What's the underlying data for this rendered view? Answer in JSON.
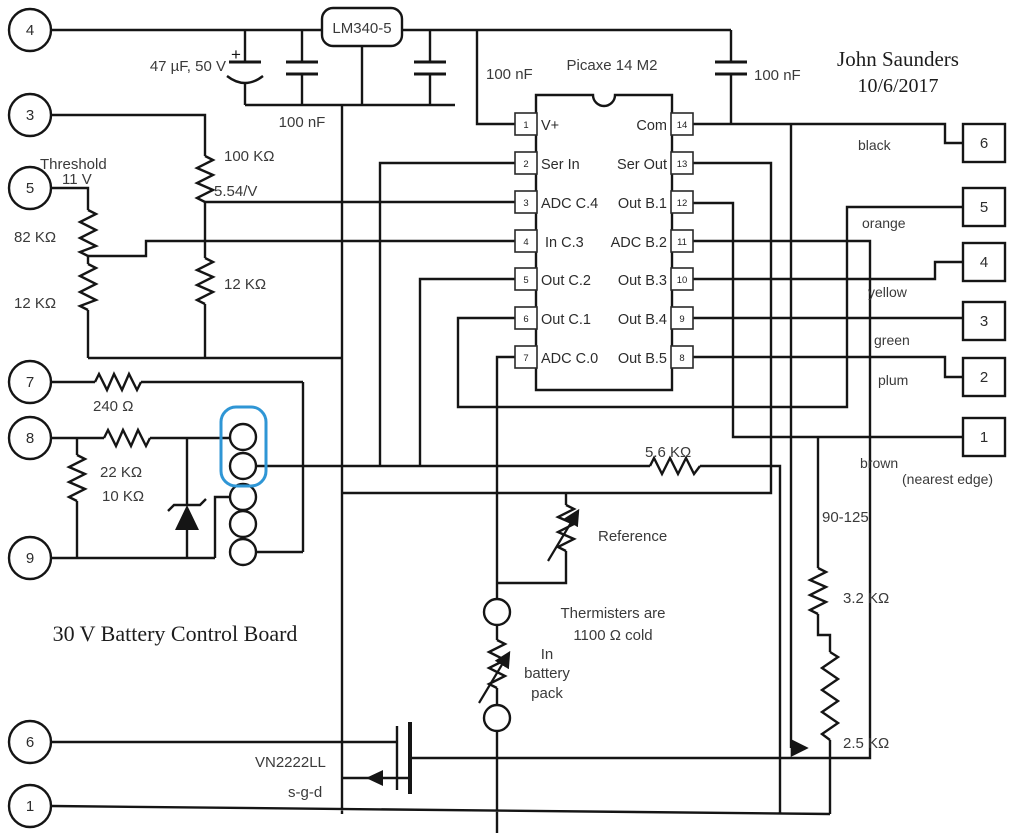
{
  "header": {
    "author": "John Saunders",
    "date": "10/6/2017",
    "board_title": "30 V Battery Control Board"
  },
  "regulator": {
    "label": "LM340-5"
  },
  "ic": {
    "title": "Picaxe 14 M2",
    "left_pins": [
      {
        "num": "1",
        "label": "V+"
      },
      {
        "num": "2",
        "label": "Ser In"
      },
      {
        "num": "3",
        "label": "ADC C.4"
      },
      {
        "num": "4",
        "label": "In C.3"
      },
      {
        "num": "5",
        "label": "Out C.2"
      },
      {
        "num": "6",
        "label": "Out C.1"
      },
      {
        "num": "7",
        "label": "ADC C.0"
      }
    ],
    "right_pins": [
      {
        "num": "14",
        "label": "Com"
      },
      {
        "num": "13",
        "label": "Ser Out"
      },
      {
        "num": "12",
        "label": "Out B.1"
      },
      {
        "num": "11",
        "label": "ADC B.2"
      },
      {
        "num": "10",
        "label": "Out B.3"
      },
      {
        "num": "9",
        "label": "Out B.4"
      },
      {
        "num": "8",
        "label": "Out B.5"
      }
    ]
  },
  "left_connector": {
    "pins": [
      "4",
      "3",
      "5",
      "7",
      "8",
      "9",
      "6",
      "1"
    ]
  },
  "right_connector": {
    "pins": [
      {
        "num": "6",
        "color": "black"
      },
      {
        "num": "5",
        "color": "orange"
      },
      {
        "num": "4",
        "color": "yellow"
      },
      {
        "num": "3",
        "color": "green"
      },
      {
        "num": "2",
        "color": "plum"
      },
      {
        "num": "1",
        "color": "brown"
      }
    ],
    "note": "(nearest edge)"
  },
  "components": {
    "cap_input": "47 µF, 50 V",
    "cap_100nf_a": "100 nF",
    "cap_100nf_b": "100 nF",
    "cap_100nf_c": "100 nF",
    "plus": "+",
    "r_100k": "100 KΩ",
    "gain": "5.54/V",
    "r_82k": "82 KΩ",
    "r_12k_left": "12 KΩ",
    "r_12k_mid": "12 KΩ",
    "r_240": "240 Ω",
    "r_22k": "22 KΩ",
    "r_10k": "10 KΩ",
    "r_5k6": "5.6 KΩ",
    "r_3k2": "3.2 KΩ",
    "r_2k5": "2.5 KΩ"
  },
  "annotations": {
    "threshold": "Threshold",
    "threshold_voltage": "11 V",
    "range": "90-125",
    "reference": "Reference",
    "thermistor_note_1": "Thermisters are",
    "thermistor_note_2": "1100 Ω cold",
    "battery_1": "In",
    "battery_2": "battery",
    "battery_3": "pack",
    "mosfet": "VN2222LL",
    "mosfet_pinout": "s-g-d"
  },
  "colors": {
    "connector_highlight": "#2f96d5"
  }
}
